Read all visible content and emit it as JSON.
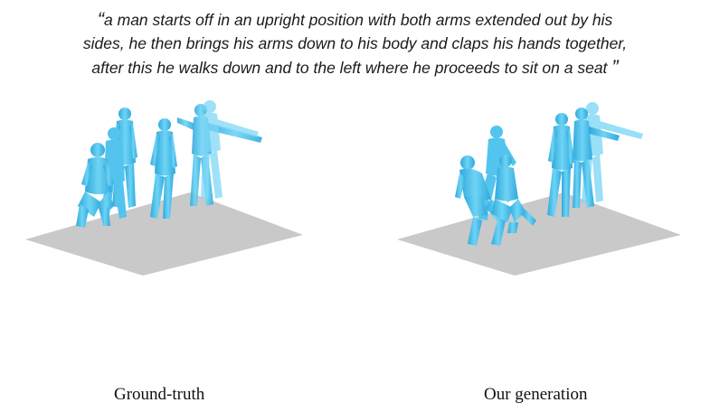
{
  "quote": {
    "open_mark": "“",
    "close_mark": "”",
    "lines": [
      "a man starts off in an upright position with both arms extended out by his",
      "sides, he then brings his arms down to his body and claps his hands together,",
      "after this he walks down and to the left where he proceeds to sit on a seat"
    ]
  },
  "panels": [
    {
      "caption": "Ground-truth"
    },
    {
      "caption": "Our generation"
    }
  ],
  "colors": {
    "floor": "#c9c9c9",
    "body": "#5ccbf0",
    "body_dark": "#2fa9dc",
    "body_light": "#a6e4fa"
  }
}
